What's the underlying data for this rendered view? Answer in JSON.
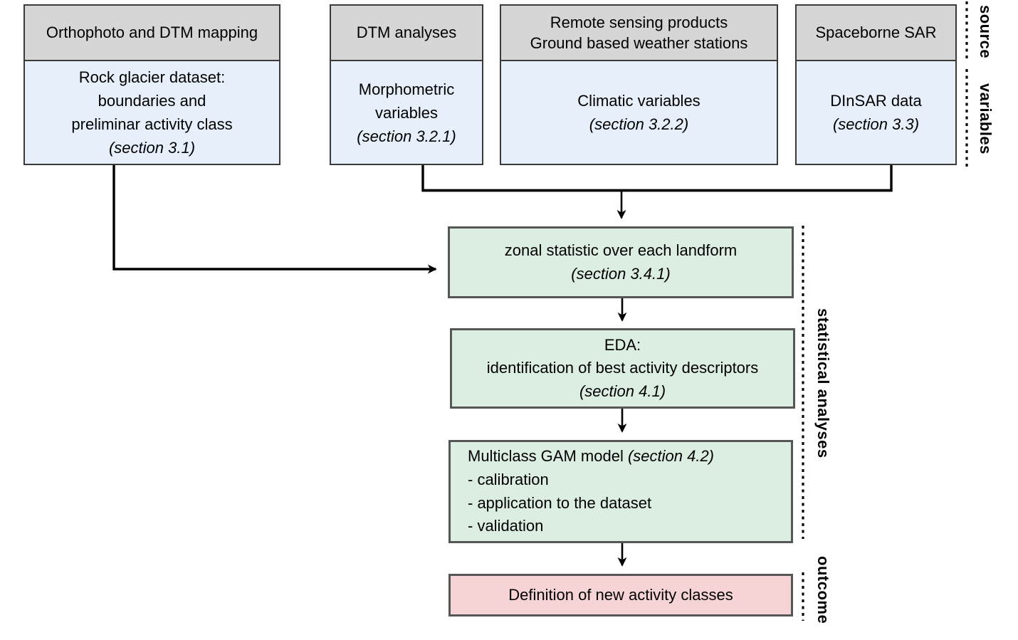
{
  "columns": [
    {
      "source": "Orthophoto and DTM mapping",
      "variable": "Rock glacier dataset:\nboundaries and\npreliminar activity class",
      "section": "(section 3.1)"
    },
    {
      "source": "DTM analyses",
      "variable": "Morphometric\nvariables",
      "section": "(section 3.2.1)"
    },
    {
      "source": "Remote sensing products\nGround based weather stations",
      "variable": "Climatic variables",
      "section": "(section 3.2.2)"
    },
    {
      "source": "Spaceborne SAR",
      "variable": "DInSAR data",
      "section": "(section 3.3)"
    }
  ],
  "analysis": {
    "zonal": {
      "text": "zonal statistic over each landform",
      "section": "(section 3.4.1)"
    },
    "eda": {
      "text": "EDA:\nidentification of best activity descriptors",
      "section": "(section 4.1)"
    },
    "gam": {
      "title": "Multiclass GAM model ",
      "section": "(section 4.2)",
      "items": [
        "- calibration",
        "- application to the dataset",
        "- validation"
      ]
    }
  },
  "outcome": {
    "text": "Definition of new activity classes"
  },
  "side_labels": {
    "source": "source",
    "variables": "variables",
    "statistical_analyses": "statistical analyses",
    "outcome": "outcome"
  },
  "colors": {
    "source_box_fill": "#d6d6d6",
    "variables_box_fill": "#e7effa",
    "analysis_box_fill": "#dcede2",
    "outcome_box_fill": "#f6d3d5",
    "box_border": "#3a3a3a",
    "stage_border": "#565656",
    "line_color": "#000000"
  }
}
